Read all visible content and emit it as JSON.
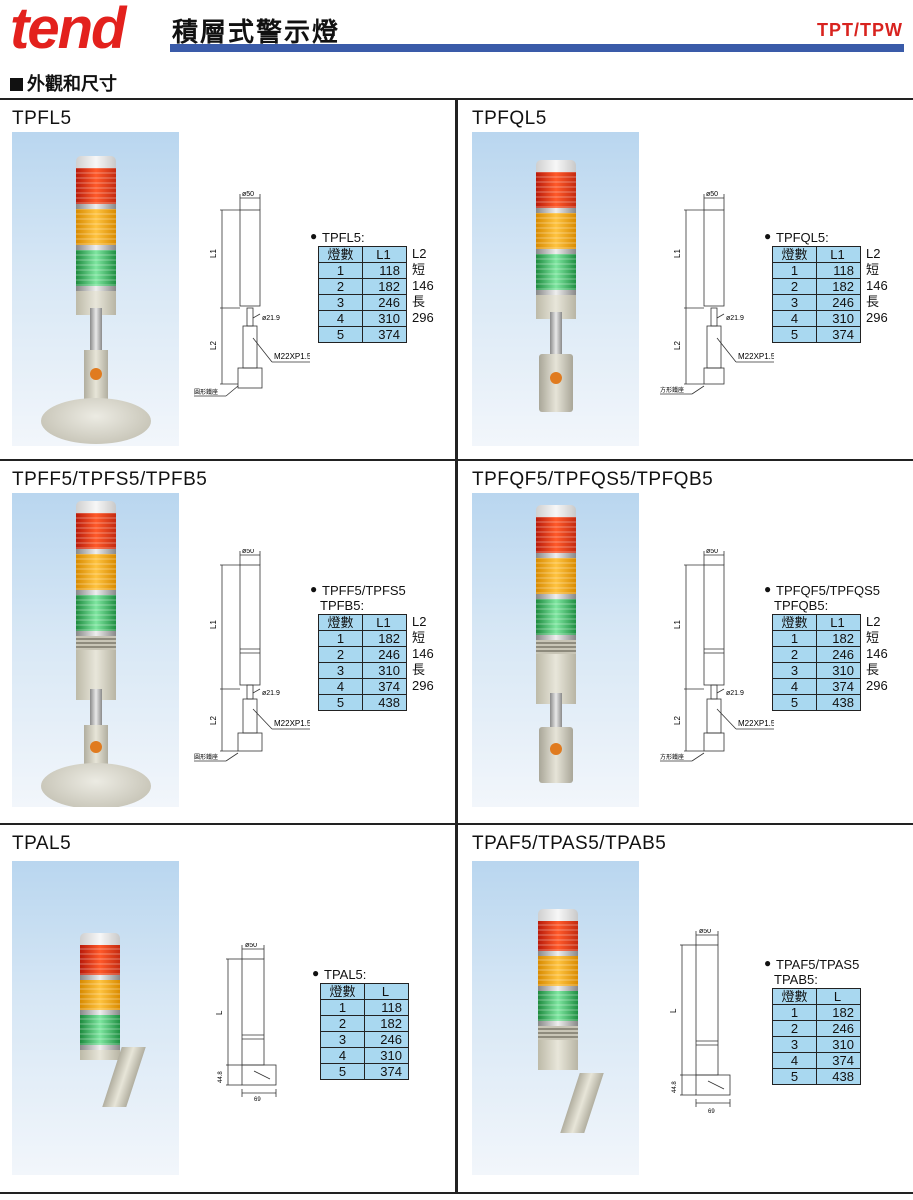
{
  "header": {
    "logo": "tend",
    "title": "積層式警示燈",
    "series": "TPT/TPW",
    "section": "外觀和尺寸"
  },
  "drawing_labels": {
    "diameter": "ø50",
    "pole_diameter": "ø21.9",
    "thread": "M22XP1.5",
    "round_base": "圓形鐵座",
    "square_base": "方形鐵座",
    "L1": "L1",
    "L2": "L2",
    "L": "L",
    "h448": "44.8",
    "w69": "69"
  },
  "colors": {
    "brand_red": "#e3211d",
    "header_blue": "#3a5ba9",
    "table_fill": "#a9d8f0"
  },
  "panels": [
    {
      "title": "TPFL5",
      "spec_lines": [
        "TPFL5:"
      ],
      "col_count": "燈數",
      "col_len": "L1",
      "col_l2": "L2",
      "rows": [
        [
          "1",
          "118"
        ],
        [
          "2",
          "182"
        ],
        [
          "3",
          "246"
        ],
        [
          "4",
          "310"
        ],
        [
          "5",
          "374"
        ]
      ],
      "l2_values": [
        "短146",
        "長296"
      ]
    },
    {
      "title": "TPFQL5",
      "spec_lines": [
        "TPFQL5:"
      ],
      "col_count": "燈數",
      "col_len": "L1",
      "col_l2": "L2",
      "rows": [
        [
          "1",
          "118"
        ],
        [
          "2",
          "182"
        ],
        [
          "3",
          "246"
        ],
        [
          "4",
          "310"
        ],
        [
          "5",
          "374"
        ]
      ],
      "l2_values": [
        "短146",
        "長296"
      ]
    },
    {
      "title": "TPFF5/TPFS5/TPFB5",
      "spec_lines": [
        "TPFF5/TPFS5",
        "TPFB5:"
      ],
      "col_count": "燈數",
      "col_len": "L1",
      "col_l2": "L2",
      "rows": [
        [
          "1",
          "182"
        ],
        [
          "2",
          "246"
        ],
        [
          "3",
          "310"
        ],
        [
          "4",
          "374"
        ],
        [
          "5",
          "438"
        ]
      ],
      "l2_values": [
        "短146",
        "長296"
      ]
    },
    {
      "title": "TPFQF5/TPFQS5/TPFQB5",
      "spec_lines": [
        "TPFQF5/TPFQS5",
        "TPFQB5:"
      ],
      "col_count": "燈數",
      "col_len": "L1",
      "col_l2": "L2",
      "rows": [
        [
          "1",
          "182"
        ],
        [
          "2",
          "246"
        ],
        [
          "3",
          "310"
        ],
        [
          "4",
          "374"
        ],
        [
          "5",
          "438"
        ]
      ],
      "l2_values": [
        "短146",
        "長296"
      ]
    },
    {
      "title": "TPAL5",
      "spec_lines": [
        "TPAL5:"
      ],
      "col_count": "燈數",
      "col_len": "L",
      "rows": [
        [
          "1",
          "118"
        ],
        [
          "2",
          "182"
        ],
        [
          "3",
          "246"
        ],
        [
          "4",
          "310"
        ],
        [
          "5",
          "374"
        ]
      ]
    },
    {
      "title": "TPAF5/TPAS5/TPAB5",
      "spec_lines": [
        "TPAF5/TPAS5",
        "TPAB5:"
      ],
      "col_count": "燈數",
      "col_len": "L",
      "rows": [
        [
          "1",
          "182"
        ],
        [
          "2",
          "246"
        ],
        [
          "3",
          "310"
        ],
        [
          "4",
          "374"
        ],
        [
          "5",
          "438"
        ]
      ]
    }
  ]
}
